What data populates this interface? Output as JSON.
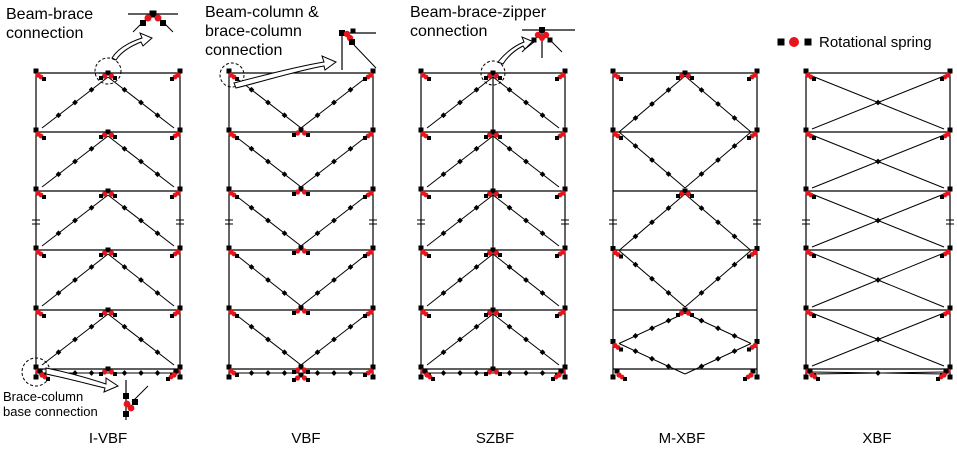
{
  "callouts": {
    "beam_brace": "Beam-brace connection",
    "beam_column_brace_column": "Beam-column & brace-column connection",
    "beam_brace_zipper": "Beam-brace-zipper connection",
    "brace_column_base": "Brace-column base connection"
  },
  "legend": {
    "label": "Rotational spring",
    "spring_color": "#e8141c",
    "node_color": "#000000"
  },
  "frames": [
    {
      "id": "ivbf",
      "label": "I-VBF"
    },
    {
      "id": "vbf",
      "label": "VBF"
    },
    {
      "id": "szbf",
      "label": "SZBF"
    },
    {
      "id": "mxbf",
      "label": "M-XBF"
    },
    {
      "id": "xbf",
      "label": "XBF"
    }
  ],
  "break_symbol": "="
}
